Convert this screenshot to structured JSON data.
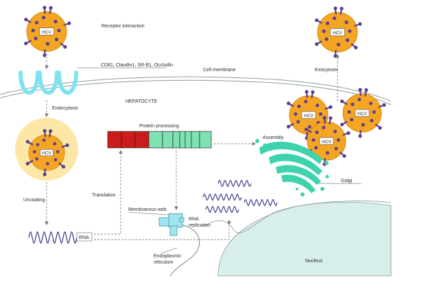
{
  "labels": {
    "receptor_interaction": "Receptor interaction",
    "receptors": "CD81, Claudin1, SR-B1, Occludin",
    "cell_membrane": "Cell membrane",
    "endocytosis": "Endocytosis",
    "hepatocyte": "HEPATOCYTE",
    "uncoating": "Uncoating",
    "translation": "Translation",
    "protein_processing": "Protein processing",
    "assembly": "Assembly",
    "exocytosis": "Exocytosis",
    "golgi": "Golgi",
    "membranous_web": "Membranous web",
    "rna_replication_1": "RNA",
    "rna_replication_2": "replication",
    "rna": "RNA",
    "er_1": "Endoplasmic",
    "er_2": "reticulum",
    "nucleus": "Nucleus"
  },
  "virus_label": "HCV",
  "colors": {
    "virus_fill": "#f3a523",
    "virus_stroke": "#d88a10",
    "spike": "#5c3d8f",
    "receptor": "#7fe3ee",
    "endosome": "#fde7a6",
    "polyprotein_red": "#cc1b1b",
    "polyprotein_green": "#7ee2b2",
    "golgi": "#3fd3ad",
    "rna": "#3d3f8e",
    "web": "#9fe4ee",
    "nucleus": "#d8eeea",
    "arrow": "#888888",
    "membrane": "#9aa8a8"
  }
}
